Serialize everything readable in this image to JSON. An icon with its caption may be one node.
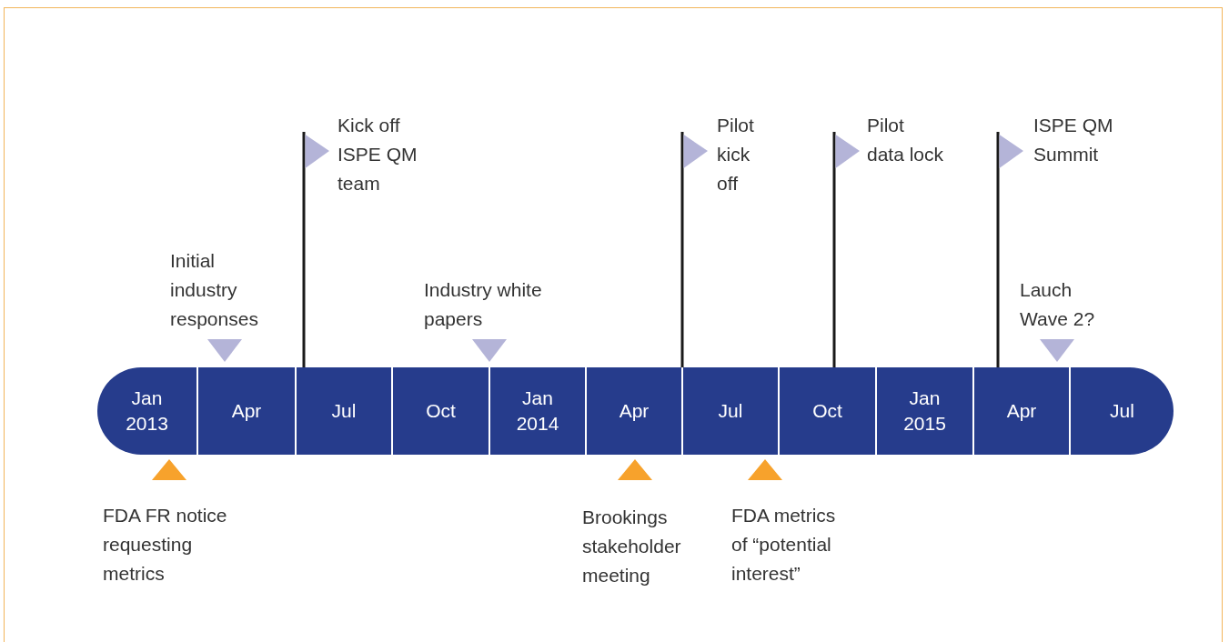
{
  "diagram": {
    "nodes": [
      {
        "text": [
          "Jan 2013"
        ]
      },
      {
        "text": [
          "Apr"
        ]
      },
      {
        "text": [
          "Jul"
        ]
      },
      {
        "text": [
          "Oct"
        ]
      },
      {
        "text": [
          "Jan 2014"
        ]
      },
      {
        "text": [
          "Apr"
        ]
      },
      {
        "text": [
          "Jul"
        ]
      },
      {
        "text": [
          "Oct"
        ]
      },
      {
        "text": [
          "Jan 2015"
        ]
      },
      {
        "text": [
          "Apr"
        ]
      },
      {
        "text": [
          "Jul"
        ]
      }
    ],
    "labels": [
      "Kick off ISPE QM team",
      "Pilot kick off",
      "Pilot data lock",
      "ISPE QM Summit",
      "Initial industry responses",
      "Industry white papers",
      "Lauch Wave 2?",
      "FDA FR notice requesting metrics",
      "Brookings stakeholder meeting",
      "FDA metrics of “potential interest”"
    ]
  }
}
